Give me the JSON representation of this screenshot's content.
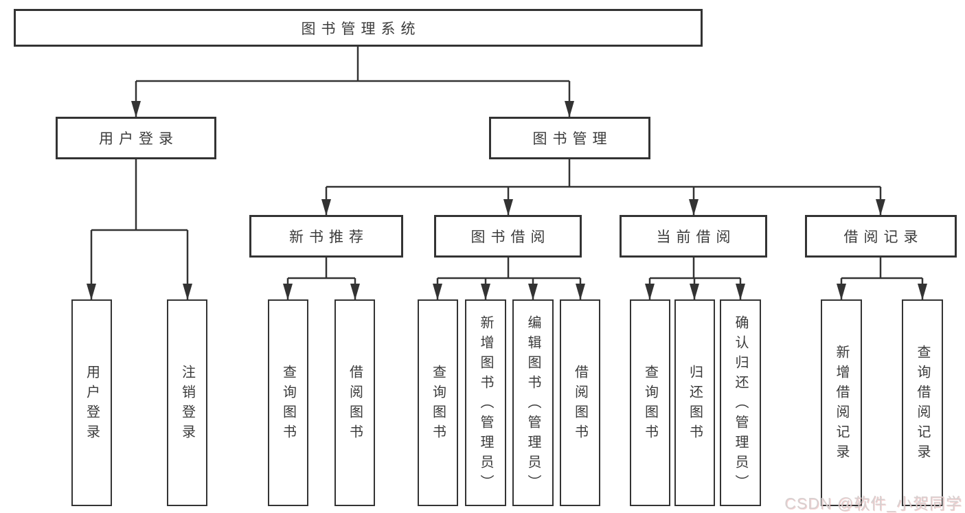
{
  "root": {
    "label": "图书管理系统"
  },
  "branches": [
    {
      "label": "用户登录",
      "children": [
        {
          "label": "用户登录"
        },
        {
          "label": "注销登录"
        }
      ]
    },
    {
      "label": "图书管理",
      "sections": [
        {
          "label": "新书推荐",
          "children": [
            {
              "label": "查询图书"
            },
            {
              "label": "借阅图书"
            }
          ]
        },
        {
          "label": "图书借阅",
          "children": [
            {
              "label": "查询图书"
            },
            {
              "label": "新增图书（管理员）"
            },
            {
              "label": "编辑图书（管理员）"
            },
            {
              "label": "借阅图书"
            }
          ]
        },
        {
          "label": "当前借阅",
          "children": [
            {
              "label": "查询图书"
            },
            {
              "label": "归还图书"
            },
            {
              "label": "确认归还（管理员）"
            }
          ]
        },
        {
          "label": "借阅记录",
          "children": [
            {
              "label": "新增借阅记录"
            },
            {
              "label": "查询借阅记录"
            }
          ]
        }
      ]
    }
  ],
  "watermark": {
    "text": "CSDN @软件_小贺同学"
  },
  "colors": {
    "line": "#333333",
    "box_border": "#333333",
    "text": "#3b3b3b",
    "background": "#ffffff",
    "watermark_text": "#d7d0d0"
  }
}
